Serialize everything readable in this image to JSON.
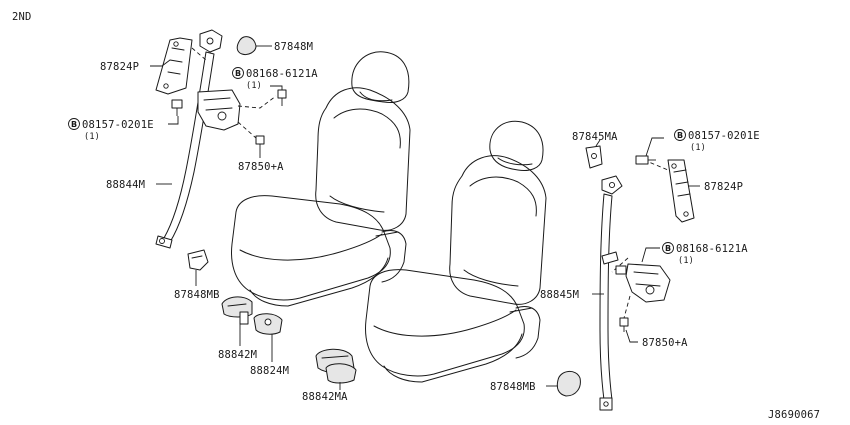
{
  "header": {
    "variant": "2ND"
  },
  "footer": {
    "diagram_code": "J8690067"
  },
  "callouts": [
    {
      "key": "c1",
      "text": "87848M"
    },
    {
      "key": "c2",
      "text": "87824P"
    },
    {
      "key": "c3",
      "text": "08168-6121A",
      "qty": "(1)",
      "prefix": "B"
    },
    {
      "key": "c4",
      "text": "08157-0201E",
      "qty": "(1)",
      "prefix": "B"
    },
    {
      "key": "c5",
      "text": "87850+A"
    },
    {
      "key": "c6",
      "text": "88844M"
    },
    {
      "key": "c7",
      "text": "87848MB"
    },
    {
      "key": "c8",
      "text": "88842M"
    },
    {
      "key": "c9",
      "text": "88824M"
    },
    {
      "key": "c10",
      "text": "88842MA"
    },
    {
      "key": "c11",
      "text": "87845MA"
    },
    {
      "key": "c12",
      "text": "08157-0201E",
      "qty": "(1)",
      "prefix": "B"
    },
    {
      "key": "c13",
      "text": "87824P"
    },
    {
      "key": "c14",
      "text": "08168-6121A",
      "qty": "(1)",
      "prefix": "B"
    },
    {
      "key": "c15",
      "text": "88845M"
    },
    {
      "key": "c16",
      "text": "87850+A"
    },
    {
      "key": "c17",
      "text": "87848MB"
    }
  ]
}
